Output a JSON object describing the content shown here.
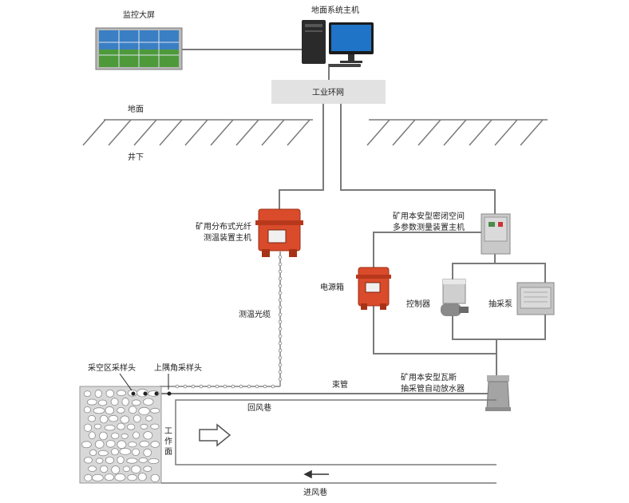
{
  "labels": {
    "monitor_wall": "监控大屏",
    "ground_host": "地面系统主机",
    "industrial_ring": "工业环网",
    "ground": "地面",
    "underground": "井下",
    "fiber_host_line1": "矿用分布式光纤",
    "fiber_host_line2": "测温装置主机",
    "sealed_space_line1": "矿用本安型密闭空间",
    "sealed_space_line2": "多参数测量装置主机",
    "power_box": "电源箱",
    "controller": "控制器",
    "pump": "抽采泵",
    "temp_fiber": "测温光缆",
    "goaf_sampler": "采空区采样头",
    "corner_sampler": "上隅角采样头",
    "bundle_tube": "束管",
    "drainer_line1": "矿用本安型瓦斯",
    "drainer_line2": "抽采管自动放水器",
    "return_airway": "回风巷",
    "working_face": "工作面",
    "intake_airway": "进风巷"
  },
  "colors": {
    "line": "#7a7a7a",
    "box_orange": "#d94b2b",
    "ring_box": "#e2e2e2",
    "cable_dot": "#a0a0a0",
    "goaf_fill": "#d8d8d8"
  },
  "icons": {
    "monitor_wall": "video-wall-icon",
    "ground_host": "desktop-computer-icon",
    "fiber_host": "explosion-proof-box-icon",
    "power_box": "explosion-proof-box-icon",
    "sealed_space_host": "steel-cabinet-icon",
    "controller": "valve-controller-icon",
    "pump": "pump-unit-icon",
    "drainer": "water-drainer-icon",
    "airflow": "arrow-right-icon",
    "intake_flow": "arrow-left-icon"
  }
}
